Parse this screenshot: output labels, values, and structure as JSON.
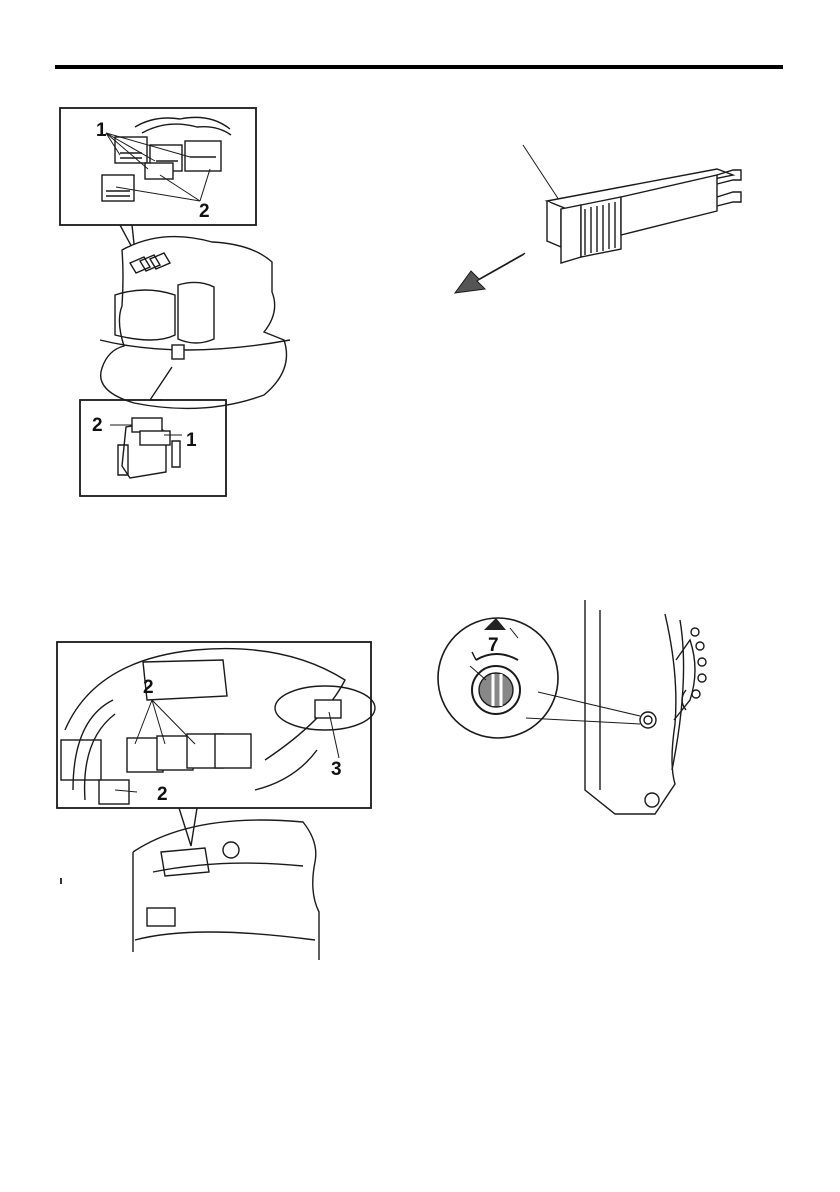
{
  "figure1": {
    "callouts": [
      "1",
      "2",
      "2",
      "1"
    ]
  },
  "figure2": {
    "callouts": []
  },
  "figure3": {
    "callouts": [
      "2",
      "2",
      "3"
    ]
  },
  "figure4": {
    "callouts": [
      "7"
    ]
  }
}
